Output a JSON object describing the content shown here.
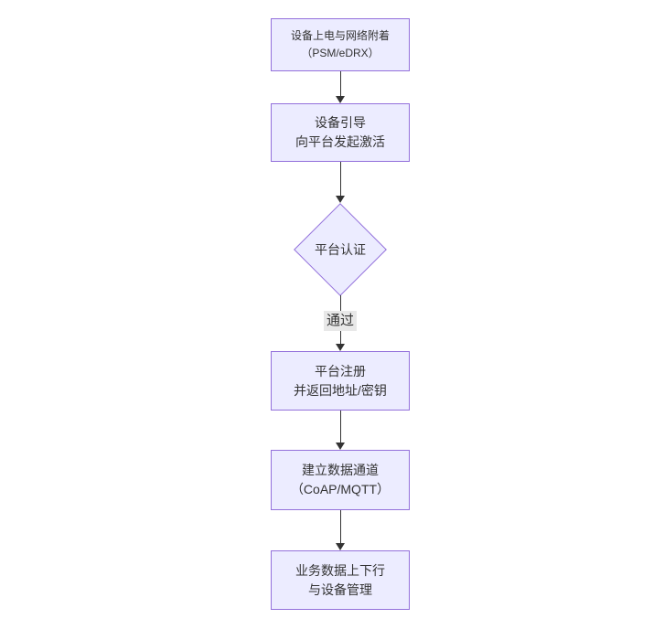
{
  "diagram": {
    "type": "flowchart",
    "direction": "top-down",
    "colors": {
      "background": "#ffffff",
      "node_fill": "#ECECFF",
      "node_border": "#9370DB",
      "text": "#333333",
      "arrow": "#333333",
      "edge_label_bg": "#e8e8e8"
    },
    "nodes": [
      {
        "id": "power-network-attach",
        "shape": "rect",
        "lines": [
          "设备上电与网络附着",
          "（PSM/eDRX）"
        ]
      },
      {
        "id": "device-bootstrap",
        "shape": "rect",
        "lines": [
          "设备引导",
          "向平台发起激活"
        ]
      },
      {
        "id": "platform-auth",
        "shape": "diamond",
        "lines": [
          "平台认证"
        ]
      },
      {
        "id": "platform-register",
        "shape": "rect",
        "lines": [
          "平台注册",
          "并返回地址/密钥"
        ]
      },
      {
        "id": "data-channel",
        "shape": "rect",
        "lines": [
          "建立数据通道",
          "（CoAP/MQTT）"
        ]
      },
      {
        "id": "business-data",
        "shape": "rect",
        "lines": [
          "业务数据上下行",
          "与设备管理"
        ]
      }
    ],
    "edges": [
      {
        "from": "power-network-attach",
        "to": "device-bootstrap",
        "label": ""
      },
      {
        "from": "device-bootstrap",
        "to": "platform-auth",
        "label": ""
      },
      {
        "from": "platform-auth",
        "to": "platform-register",
        "label": "通过"
      },
      {
        "from": "platform-register",
        "to": "data-channel",
        "label": ""
      },
      {
        "from": "data-channel",
        "to": "business-data",
        "label": ""
      }
    ]
  }
}
